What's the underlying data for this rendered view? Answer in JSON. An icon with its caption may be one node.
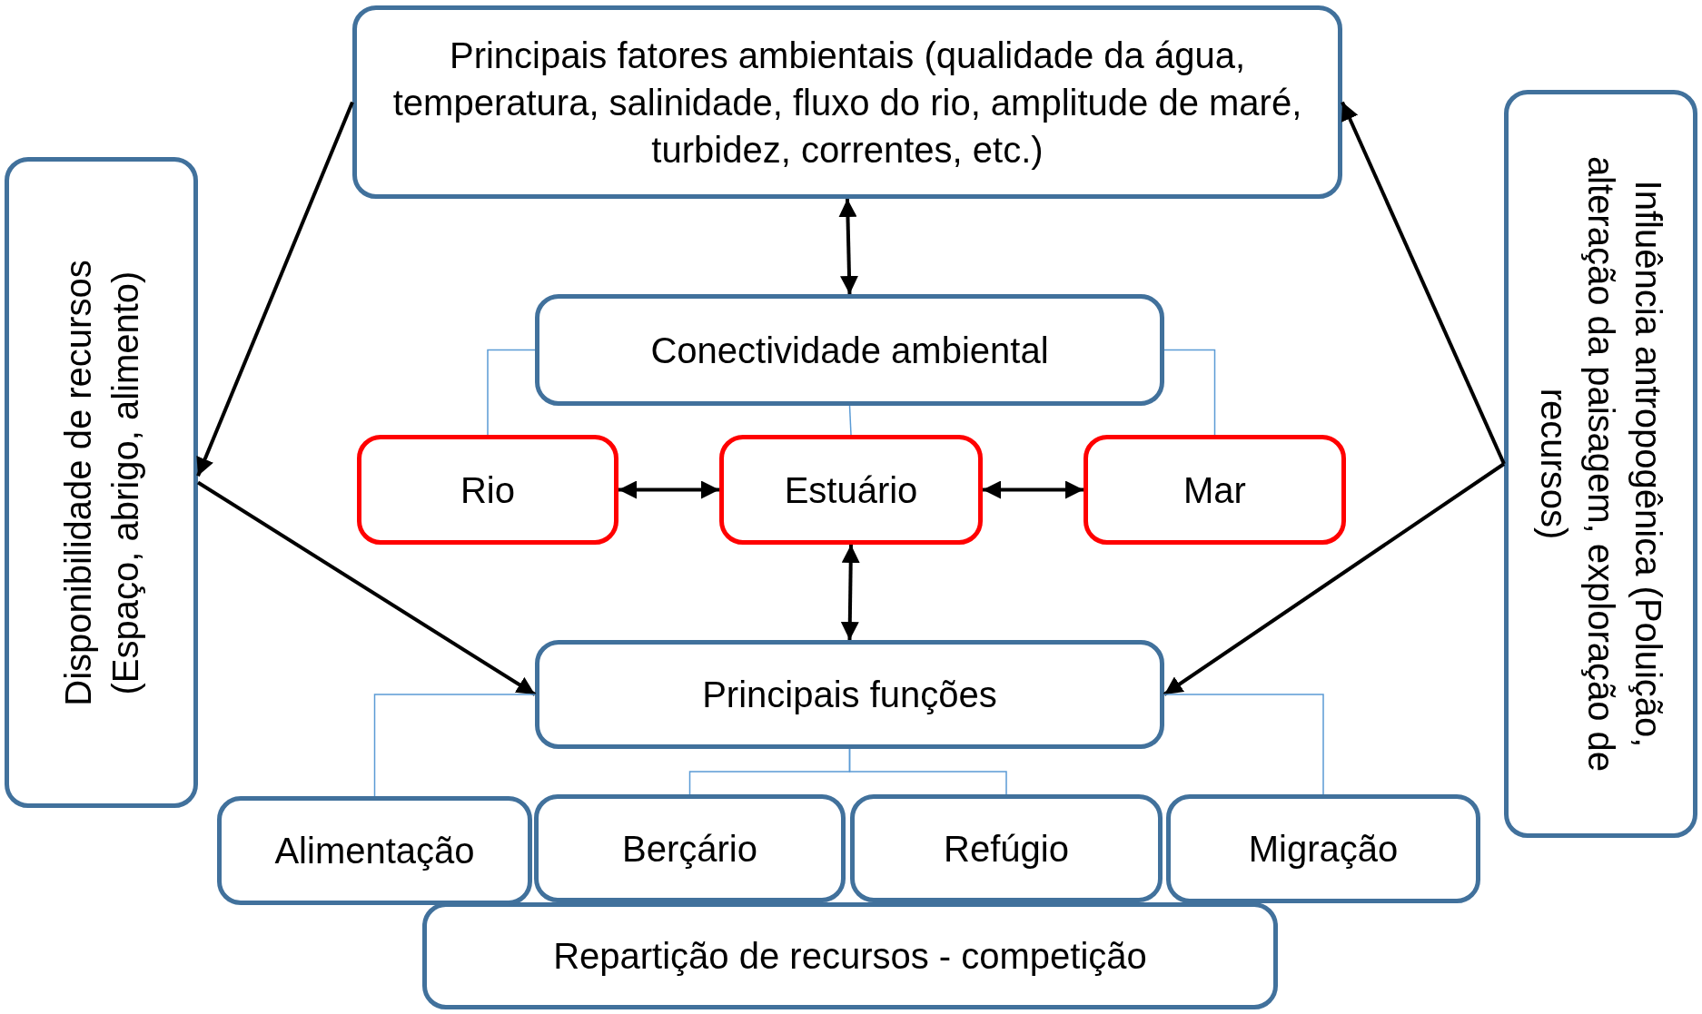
{
  "diagram": {
    "nodes": [
      {
        "text": [
          "Principais fatores ambientais (qualidade da água, temperatura, salinidade, fluxo do rio, amplitude de maré, turbidez, correntes, etc.)"
        ]
      },
      {
        "text": [
          "Disponibilidade de recursos (Espaço, abrigo, alimento)"
        ]
      },
      {
        "text": [
          "Influência antropogênica (Poluição, alteração da paisagem, exploração de recursos)"
        ]
      },
      {
        "text": [
          "Conectividade ambiental"
        ]
      },
      {
        "text": [
          "Rio"
        ]
      },
      {
        "text": [
          "Estuário"
        ]
      },
      {
        "text": [
          "Mar"
        ]
      },
      {
        "text": [
          "Principais funções"
        ]
      },
      {
        "text": [
          "Alimentação"
        ]
      },
      {
        "text": [
          "Berçário"
        ]
      },
      {
        "text": [
          "Refúgio"
        ]
      },
      {
        "text": [
          "Migração"
        ]
      },
      {
        "text": [
          "Repartição de recursos - competição"
        ]
      }
    ],
    "edges": [
      {
        "from": 0,
        "to": 3,
        "arrow": "both"
      },
      {
        "from": 0,
        "to": 1,
        "arrow": "to"
      },
      {
        "from": 1,
        "to": 7,
        "arrow": "to"
      },
      {
        "from": 2,
        "to": 0,
        "arrow": "to"
      },
      {
        "from": 2,
        "to": 7,
        "arrow": "to"
      },
      {
        "from": 4,
        "to": 5,
        "arrow": "both"
      },
      {
        "from": 5,
        "to": 6,
        "arrow": "both"
      },
      {
        "from": 5,
        "to": 7,
        "arrow": "both"
      },
      {
        "from": 3,
        "to": 4,
        "arrow": "none",
        "color": "#5b9bd5"
      },
      {
        "from": 3,
        "to": 5,
        "arrow": "none",
        "color": "#5b9bd5"
      },
      {
        "from": 3,
        "to": 6,
        "arrow": "none",
        "color": "#5b9bd5"
      },
      {
        "from": 7,
        "to": 8,
        "arrow": "none",
        "color": "#5b9bd5"
      },
      {
        "from": 7,
        "to": 9,
        "arrow": "none",
        "color": "#5b9bd5"
      },
      {
        "from": 7,
        "to": 10,
        "arrow": "none",
        "color": "#5b9bd5"
      },
      {
        "from": 7,
        "to": 11,
        "arrow": "none",
        "color": "#5b9bd5"
      }
    ]
  }
}
